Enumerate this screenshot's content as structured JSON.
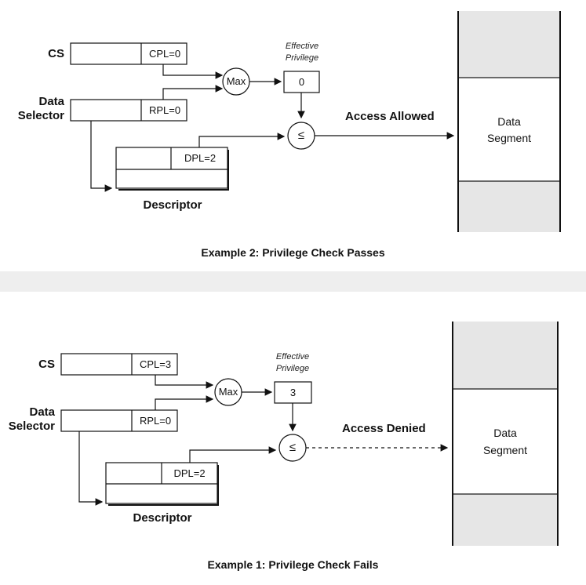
{
  "example_top": {
    "cs_label": "CS",
    "cpl": "CPL=0",
    "selector_label_line1": "Data",
    "selector_label_line2": "Selector",
    "rpl": "RPL=0",
    "max_label": "Max",
    "effective_line1": "Effective",
    "effective_line2": "Privilege",
    "effective_value": "0",
    "compare_symbol": "≤",
    "dpl": "DPL=2",
    "descriptor_label": "Descriptor",
    "access_text": "Access Allowed",
    "segment_line1": "Data",
    "segment_line2": "Segment",
    "caption": "Example 2: Privilege Check Passes",
    "access_line_style": "solid"
  },
  "example_bottom": {
    "cs_label": "CS",
    "cpl": "CPL=3",
    "selector_label_line1": "Data",
    "selector_label_line2": "Selector",
    "rpl": "RPL=0",
    "max_label": "Max",
    "effective_line1": "Effective",
    "effective_line2": "Privilege",
    "effective_value": "3",
    "compare_symbol": "≤",
    "dpl": "DPL=2",
    "descriptor_label": "Descriptor",
    "access_text": "Access Denied",
    "segment_line1": "Data",
    "segment_line2": "Segment",
    "caption": "Example 1: Privilege Check Fails",
    "access_line_style": "dashed"
  },
  "colors": {
    "line": "#111111",
    "segment_fill": "#e6e6e6",
    "box_fill": "#ffffff"
  }
}
